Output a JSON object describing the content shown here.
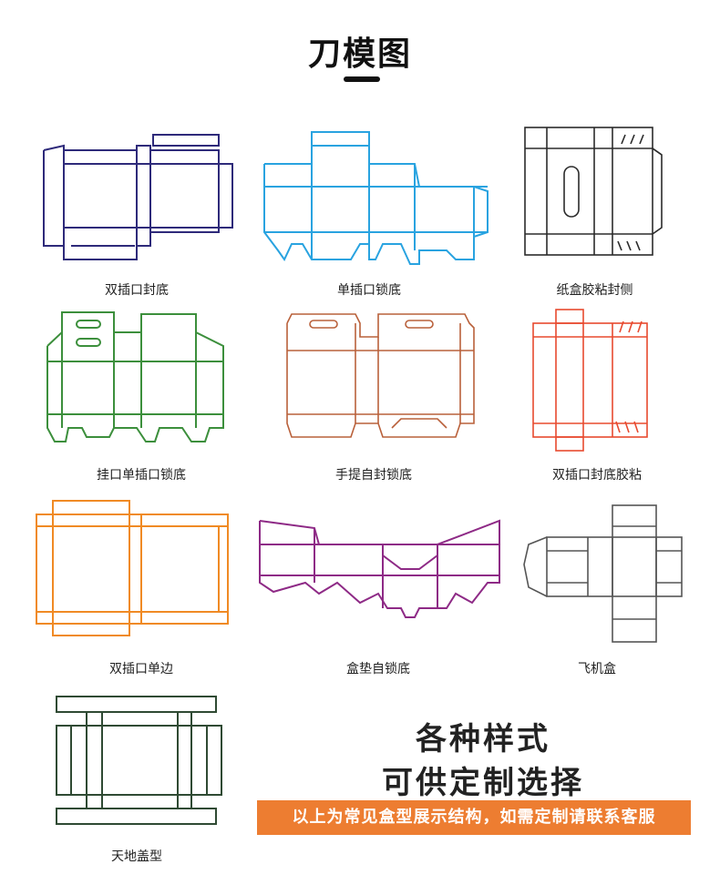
{
  "header": {
    "title": "刀模图"
  },
  "items": [
    {
      "label": "双插口封底",
      "color": "#2e2a7a"
    },
    {
      "label": "单插口锁底",
      "color": "#29a3e0"
    },
    {
      "label": "纸盒胶粘封侧",
      "color": "#2b2b2b"
    },
    {
      "label": "挂口单插口锁底",
      "color": "#3c8f3c"
    },
    {
      "label": "手提自封锁底",
      "color": "#b9603a"
    },
    {
      "label": "双插口封底胶粘",
      "color": "#e84a2f"
    },
    {
      "label": "双插口单边",
      "color": "#f08a24"
    },
    {
      "label": "盒垫自锁底",
      "color": "#8e2a86"
    },
    {
      "label": "飞机盒",
      "color": "#555555"
    },
    {
      "label": "天地盖型",
      "color": "#2f4a33"
    }
  ],
  "promo": {
    "line1": "各种样式",
    "line2": "可供定制选择",
    "banner": "以上为常见盒型展示结构，如需定制请联系客服",
    "banner_color": "#ed7d31"
  }
}
